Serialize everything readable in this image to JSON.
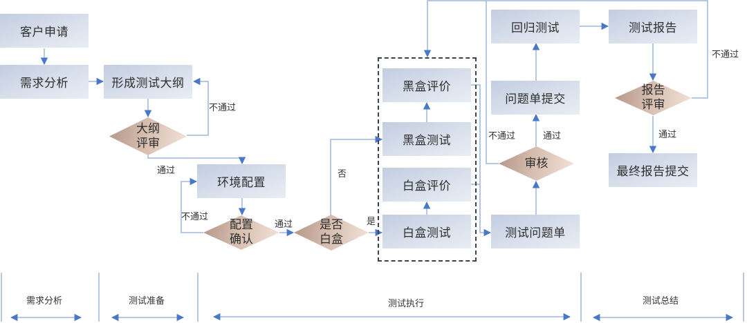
{
  "diagram": {
    "title": "",
    "colors": {
      "line": "#4a78c8",
      "line_light": "#9fb6dc",
      "box": "#d9e0ec",
      "decision": "#d5bcae",
      "text": "#333333"
    },
    "nodes": {
      "customer_request": "客户申请",
      "requirement_analysis": "需求分析",
      "form_outline": "形成测试大纲",
      "outline_review": "大纲\n评审",
      "env_config": "环境配置",
      "config_confirm": "配置\n确认",
      "is_whitebox": "是否\n白盒",
      "blackbox_eval": "黑盒评价",
      "blackbox_test": "黑盒测试",
      "whitebox_eval": "白盒评价",
      "whitebox_test": "白盒测试",
      "test_issue_list": "测试问题单",
      "audit": "审核",
      "issue_submit": "问题单提交",
      "regression_test": "回归测试",
      "test_report": "测试报告",
      "report_review": "报告\n评审",
      "final_report_submit": "最终报告提交"
    },
    "edge_labels": {
      "outline_fail": "不通过",
      "outline_pass": "通过",
      "config_fail": "不通过",
      "config_pass": "通过",
      "whitebox_no": "否",
      "whitebox_yes": "是",
      "audit_fail": "不通过",
      "audit_pass": "通过",
      "report_fail": "不通过",
      "report_pass": "通过"
    },
    "phases": [
      {
        "label": "需求分析"
      },
      {
        "label": "测试准备"
      },
      {
        "label": "测试执行"
      },
      {
        "label": "测试总结"
      }
    ]
  }
}
